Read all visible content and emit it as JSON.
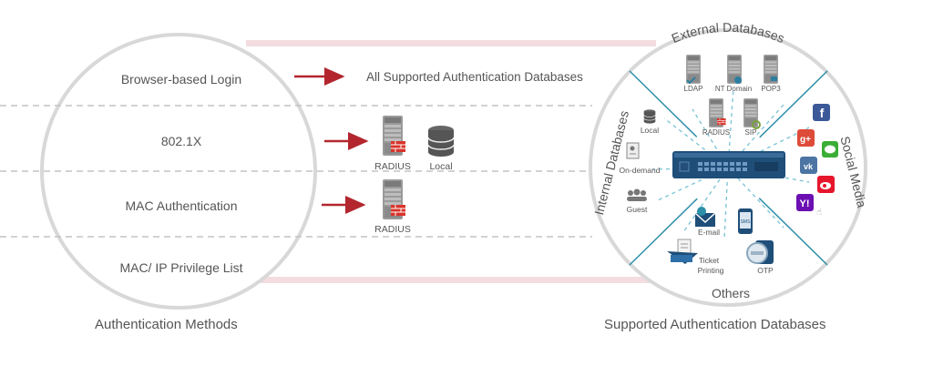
{
  "methods": {
    "caption": "Authentication Methods",
    "rows": [
      {
        "label": "Browser-based Login"
      },
      {
        "label": "802.1X"
      },
      {
        "label": "MAC Authentication"
      },
      {
        "label": "MAC/ IP Privilege List"
      }
    ]
  },
  "middle": {
    "all_supported": "All Supported Authentication Databases",
    "dot1x_servers": [
      "RADIUS",
      "Local"
    ],
    "mac_servers": [
      "RADIUS"
    ]
  },
  "wheel": {
    "caption": "Supported Authentication Databases",
    "sections": {
      "external": {
        "title": "External Databases",
        "items": [
          "LDAP",
          "NT Domain",
          "POP3",
          "RADIUS",
          "SIP"
        ]
      },
      "internal": {
        "title": "Internal Databases",
        "items": [
          "Local",
          "On-demand",
          "Guest"
        ]
      },
      "social": {
        "title": "Social Media",
        "icons": [
          "facebook-icon",
          "google-plus-icon",
          "line-icon",
          "vk-icon",
          "weibo-icon",
          "yahoo-icon"
        ]
      },
      "others": {
        "title": "Others",
        "items": [
          "E-mail",
          "SMS",
          "Ticket",
          "Printing",
          "OTP"
        ]
      }
    }
  },
  "colors": {
    "arrow": "#b3262d",
    "firewall": "#d9342b",
    "device": "#1f4e79",
    "wheel_line": "#2e8fa8",
    "circle": "#d8d8d8",
    "link_band": "#f3dde1"
  }
}
